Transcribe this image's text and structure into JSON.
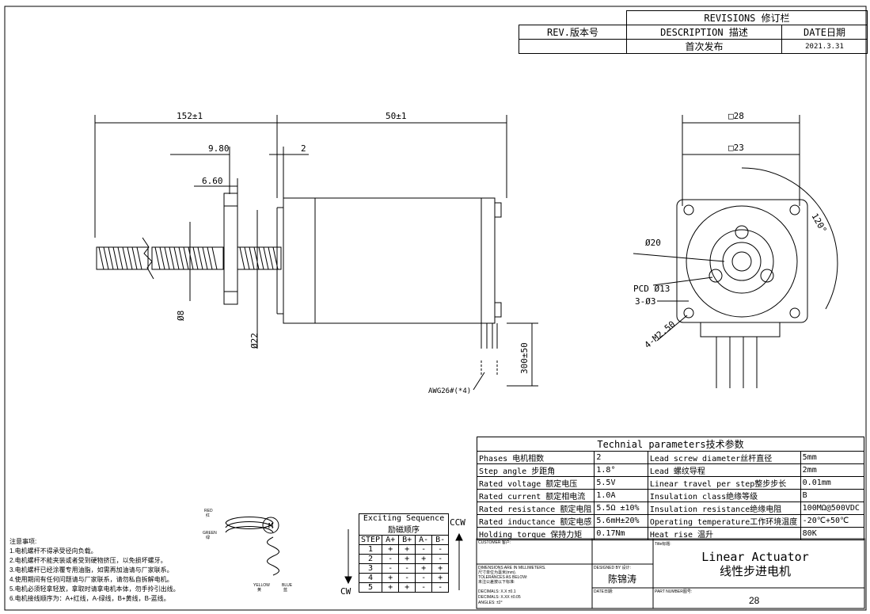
{
  "revisions": {
    "title": "REVISIONS 修订栏",
    "col_rev": "REV.版本号",
    "col_desc": "DESCRIPTION 描述",
    "col_date": "DATE日期",
    "row_desc": "首次发布",
    "row_date": "2021.3.31"
  },
  "dimensions": {
    "total_length": "152±1",
    "motor_length": "50±1",
    "d_980": "9.80",
    "d_660": "6.60",
    "d_2": "2",
    "square_28": "□28",
    "square_23": "□23",
    "angle": "120°",
    "dia_20": "Ø20",
    "pcd": "PCD Ø13",
    "holes": "3-Ø3",
    "screws": "4-M2.50",
    "dia_8": "Ø8",
    "dia_22": "Ø22",
    "lead_len": "300±50",
    "wire": "AWG26#(*4)"
  },
  "params": {
    "title": "Technial parameters技术参数",
    "rows": [
      [
        "Phases 电机相数",
        "2",
        "Lead screw diameter丝杆直径",
        "5mm"
      ],
      [
        "Step angle 步距角",
        "1.8°",
        "Lead 螺纹导程",
        "2mm"
      ],
      [
        "Rated voltage 额定电压",
        "5.5V",
        "Linear travel per step整步步长",
        "0.01mm"
      ],
      [
        "Rated current 额定相电流",
        "1.0A",
        "Insulation class绝缘等级",
        "B"
      ],
      [
        "Rated resistance 额定电阻",
        "5.5Ω ±10%",
        "Insulation resistance绝缘电阻",
        "100MΩ@500VDC"
      ],
      [
        "Rated inductance 额定电感",
        "5.6mH±20%",
        "Operating temperature工作环境温度",
        "-20℃+50℃"
      ],
      [
        "Holding torque 保持力矩",
        "0.17Nm",
        "Heat rise 温升",
        "80K"
      ]
    ]
  },
  "title_block": {
    "customer": "CUSTOMER 客户:",
    "tol1": "DIMENSIONS ARE IN MILLIMETERS.",
    "tol2": "尺寸单位为毫米(mm).",
    "tol3": "TOLERANCES AS BELOW:",
    "tol4": "未注公差按以下标准:",
    "tol5": "DECIMALS: X.X ±0.1",
    "tol6": "DECIMALS: X.XX ±0.05",
    "tol7": "ANGLES: ±2°",
    "designed_label": "DESIGNED BY 设计:",
    "designer": "陈锦涛",
    "date_label": "DATE日期:",
    "part_label": "PART NUMBER图号:",
    "part_number": "28",
    "title_label": "Title标题:",
    "title_en": "Linear Actuator",
    "title_cn": "线性步进电机"
  },
  "sequence": {
    "title": "Exciting Sequence",
    "title_cn": "励磁顺序",
    "headers": [
      "STEP",
      "A+",
      "B+",
      "A-",
      "B-"
    ],
    "rows": [
      [
        "1",
        "+",
        "+",
        "-",
        "-"
      ],
      [
        "2",
        "-",
        "+",
        "+",
        "-"
      ],
      [
        "3",
        "-",
        "-",
        "+",
        "+"
      ],
      [
        "4",
        "+",
        "-",
        "-",
        "+"
      ],
      [
        "5",
        "+",
        "+",
        "-",
        "-"
      ]
    ],
    "ccw": "CCW",
    "cw": "CW"
  },
  "wiring": {
    "red": "RED",
    "red_cn": "红",
    "green": "GREEN",
    "green_cn": "绿",
    "yellow": "YELLOW",
    "yellow_cn": "黄",
    "blue": "BLUE",
    "blue_cn": "蓝",
    "motor": "M"
  },
  "notes": {
    "title": "注意事项:",
    "items": [
      "1.电机螺杆不得承受径向负载。",
      "2.电机螺杆不能夹装或者受到硬物挤压，以免损坏螺牙。",
      "3.电机螺杆已经涂覆专用油脂，如需再加油请与厂家联系。",
      "4.使用期间有任何问题请与厂家联系，请勿私自拆解电机。",
      "5.电机必须轻拿轻放，拿取时请拿电机本体，勿手拎引出线。",
      "6.电机接线顺序为：A+红线，A-绿线，B+黄线，B-蓝线。"
    ]
  }
}
